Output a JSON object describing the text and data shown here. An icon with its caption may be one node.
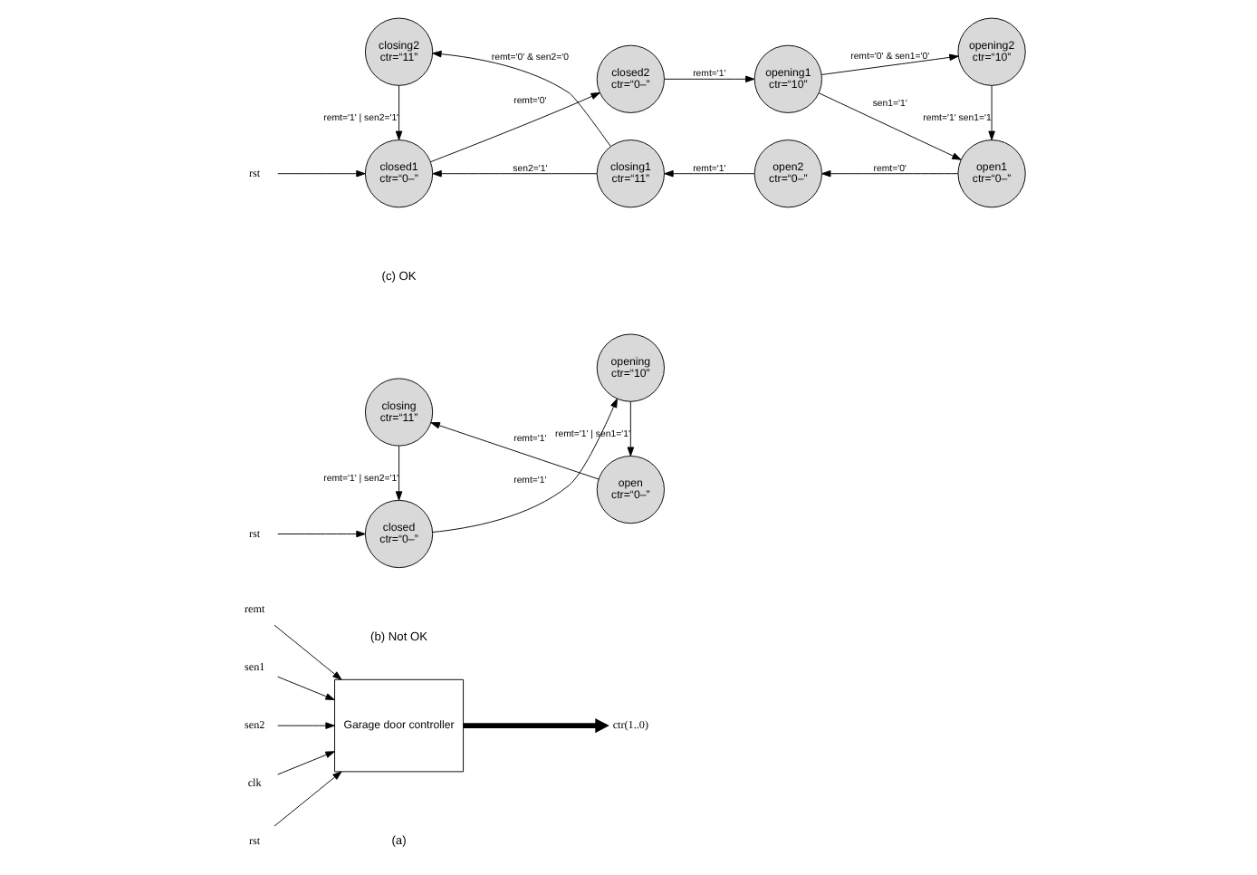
{
  "diagram": {
    "nodes": [
      {
        "text": [
          "Garage door controller"
        ]
      },
      {
        "text": [
          "remt"
        ]
      },
      {
        "text": [
          "sen1"
        ]
      },
      {
        "text": [
          "sen2"
        ]
      },
      {
        "text": [
          "clk"
        ]
      },
      {
        "text": [
          "rst"
        ]
      },
      {
        "text": [
          "ctr(1..0)"
        ]
      },
      {
        "text": [
          "rst"
        ]
      },
      {
        "text": [
          "closed",
          "ctr=“0–”"
        ]
      },
      {
        "text": [
          "opening",
          "ctr=“10”"
        ]
      },
      {
        "text": [
          "open",
          "ctr=“0–”"
        ]
      },
      {
        "text": [
          "closing",
          "ctr=“11”"
        ]
      },
      {
        "text": [
          "rst"
        ]
      },
      {
        "text": [
          "closed1",
          "ctr=“0–”"
        ]
      },
      {
        "text": [
          "closed2",
          "ctr=“0–”"
        ]
      },
      {
        "text": [
          "opening1",
          "ctr=“10”"
        ]
      },
      {
        "text": [
          "opening2",
          "ctr=“10”"
        ]
      },
      {
        "text": [
          "open1",
          "ctr=“0–”"
        ]
      },
      {
        "text": [
          "open2",
          "ctr=“0–”"
        ]
      },
      {
        "text": [
          "closing1",
          "ctr=“11”"
        ]
      },
      {
        "text": [
          "closing2",
          "ctr=“11”"
        ]
      }
    ],
    "edges": [
      {
        "from": 1,
        "to": 0,
        "arrow": "to"
      },
      {
        "from": 2,
        "to": 0,
        "arrow": "to"
      },
      {
        "from": 3,
        "to": 0,
        "arrow": "to"
      },
      {
        "from": 4,
        "to": 0,
        "arrow": "to"
      },
      {
        "from": 5,
        "to": 0,
        "arrow": "to"
      },
      {
        "from": 0,
        "to": 6,
        "arrow": "to",
        "style": "thick"
      },
      {
        "from": 7,
        "to": 8,
        "arrow": "to"
      },
      {
        "from": 8,
        "to": 9,
        "arrow": "to",
        "label": "remt='1'"
      },
      {
        "from": 9,
        "to": 10,
        "arrow": "to",
        "label": "remt='1' | sen1='1'"
      },
      {
        "from": 10,
        "to": 11,
        "arrow": "to",
        "label": "remt='1'"
      },
      {
        "from": 11,
        "to": 8,
        "arrow": "to",
        "label": "remt='1' | sen2='1'"
      },
      {
        "from": 12,
        "to": 13,
        "arrow": "to"
      },
      {
        "from": 13,
        "to": 14,
        "arrow": "to",
        "label": "remt='0'"
      },
      {
        "from": 14,
        "to": 15,
        "arrow": "to",
        "label": "remt='1'"
      },
      {
        "from": 15,
        "to": 16,
        "arrow": "to",
        "label": "remt='0' & sen1='0'"
      },
      {
        "from": 15,
        "to": 17,
        "arrow": "to",
        "label": "sen1='1'"
      },
      {
        "from": 16,
        "to": 17,
        "arrow": "to",
        "label": "remt='1' sen1='1"
      },
      {
        "from": 17,
        "to": 18,
        "arrow": "to",
        "label": "remt='0'"
      },
      {
        "from": 18,
        "to": 19,
        "arrow": "to",
        "label": "remt='1'"
      },
      {
        "from": 19,
        "to": 20,
        "arrow": "to",
        "label": "remt='0' & sen2='0"
      },
      {
        "from": 19,
        "to": 13,
        "arrow": "to",
        "label": "sen2='1'"
      },
      {
        "from": 20,
        "to": 13,
        "arrow": "to",
        "label": "remt='1' | sen2='1'"
      }
    ],
    "labels": [
      "(a)",
      "(b) Not OK",
      "(c) OK"
    ]
  }
}
